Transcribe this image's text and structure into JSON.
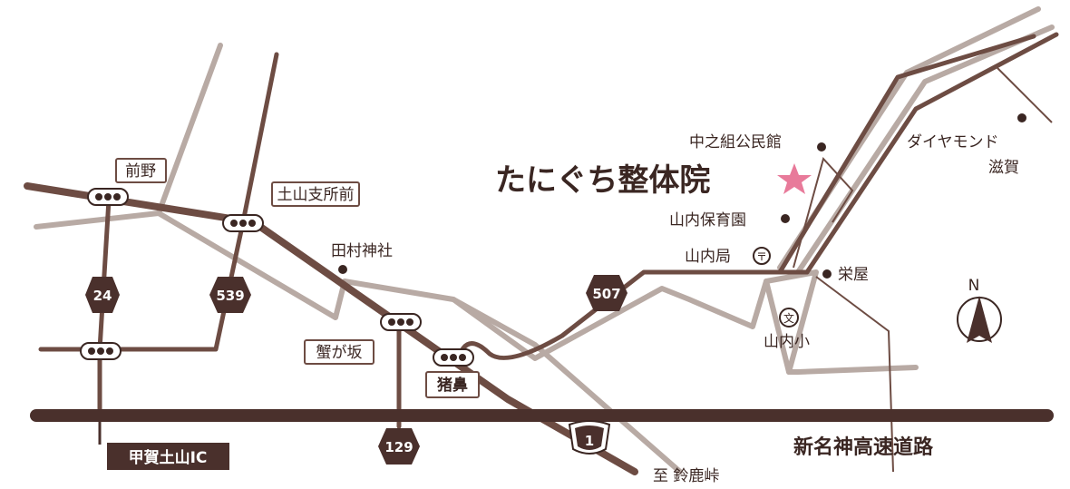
{
  "clinic": {
    "name": "たにぐち整体院",
    "star_color": "#e87a9a"
  },
  "colors": {
    "main_road": "#6d4c43",
    "secondary_road": "#b8aaa4",
    "expressway": "#4a302c"
  },
  "signals": {
    "maeno": "前野",
    "tsuchiyama_branch": "土山支所前",
    "kanigasaka": "蟹が坂",
    "inohana": "猪鼻"
  },
  "routes": {
    "r24": "24",
    "r539": "539",
    "r129": "129",
    "r507": "507",
    "r1": "1"
  },
  "places": {
    "tamura_shrine": "田村神社",
    "nakanogumi_hall": "中之組公民館",
    "yamauchi_nursery": "山内保育園",
    "yamauchi_post": "山内局",
    "sakaeya": "栄屋",
    "yamauchi_school": "山内小",
    "diamond_shiga_1": "ダイヤモンド",
    "diamond_shiga_2": "滋賀"
  },
  "road_labels": {
    "koka_ic": "甲賀土山IC",
    "expressway": "新名神高速道路",
    "suzuka_pass": "至 鈴鹿峠"
  },
  "icons": {
    "post": "〒",
    "school": "文"
  },
  "compass": {
    "north": "N"
  }
}
